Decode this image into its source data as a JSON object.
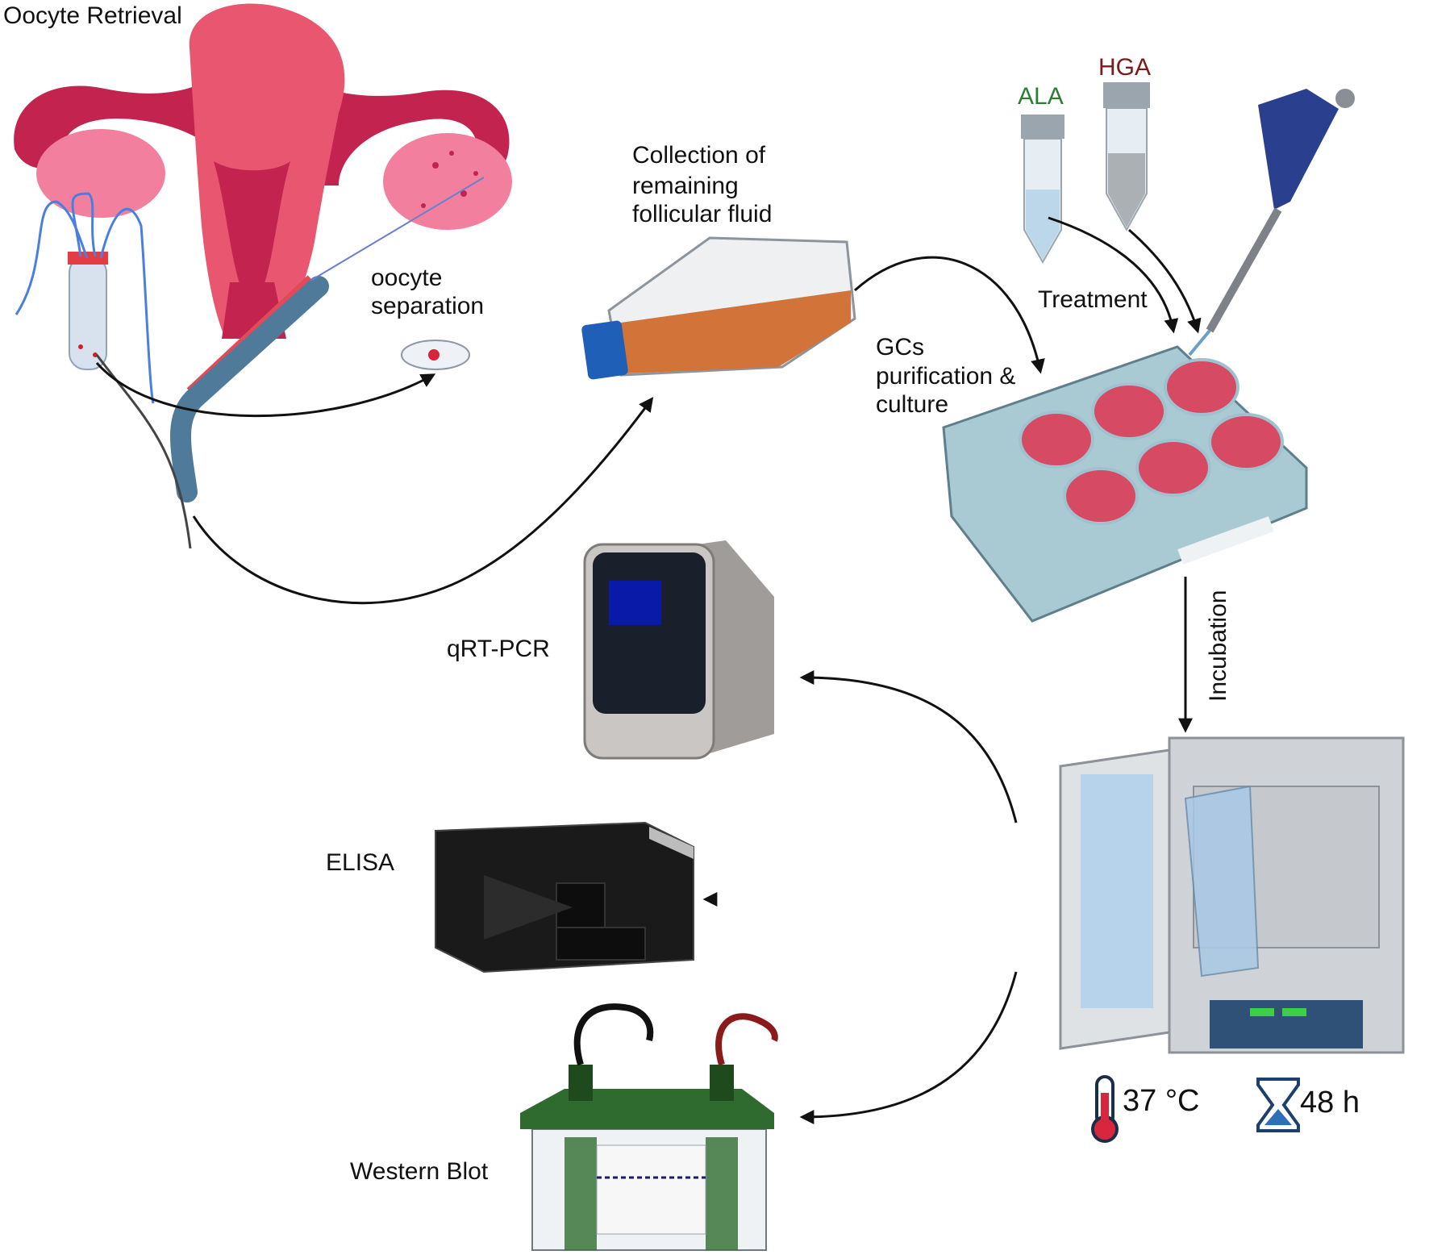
{
  "labels": {
    "oocyte_retrieval": "Oocyte Retrieval",
    "oocyte_separation_1": "oocyte",
    "oocyte_separation_2": "separation",
    "collection_1": "Collection of",
    "collection_2": "remaining",
    "collection_3": "follicular fluid",
    "ala": "ALA",
    "hga": "HGA",
    "treatment": "Treatment",
    "gcs_1": "GCs",
    "gcs_2": "purification &",
    "gcs_3": "culture",
    "incubation": "Incubation",
    "qrt_pcr": "qRT-PCR",
    "elisa": "ELISA",
    "western_blot": "Western Blot",
    "temperature": "37 °C",
    "duration": "48 h"
  },
  "colors": {
    "uterus": "#c2234f",
    "uterus_light": "#e8566f",
    "ovary": "#f27f9d",
    "flask_fluid": "#d2733a",
    "flask_cap": "#1f5fb8",
    "plate": "#a9c9d3",
    "well_tissue": "#d64a63",
    "pipette": "#2b3f8f",
    "incubator": "#cfd2d6",
    "incubator_panel": "#2f5077",
    "pcr_body": "#c9c6c3",
    "pcr_screen": "#0a1aa8",
    "elisa_body": "#1a1a1a",
    "blot_lid": "#2f6b2f",
    "blot_electrode_red": "#8b1a1a",
    "arrow": "#111111"
  },
  "icons": [
    "thermometer-icon",
    "hourglass-icon"
  ]
}
